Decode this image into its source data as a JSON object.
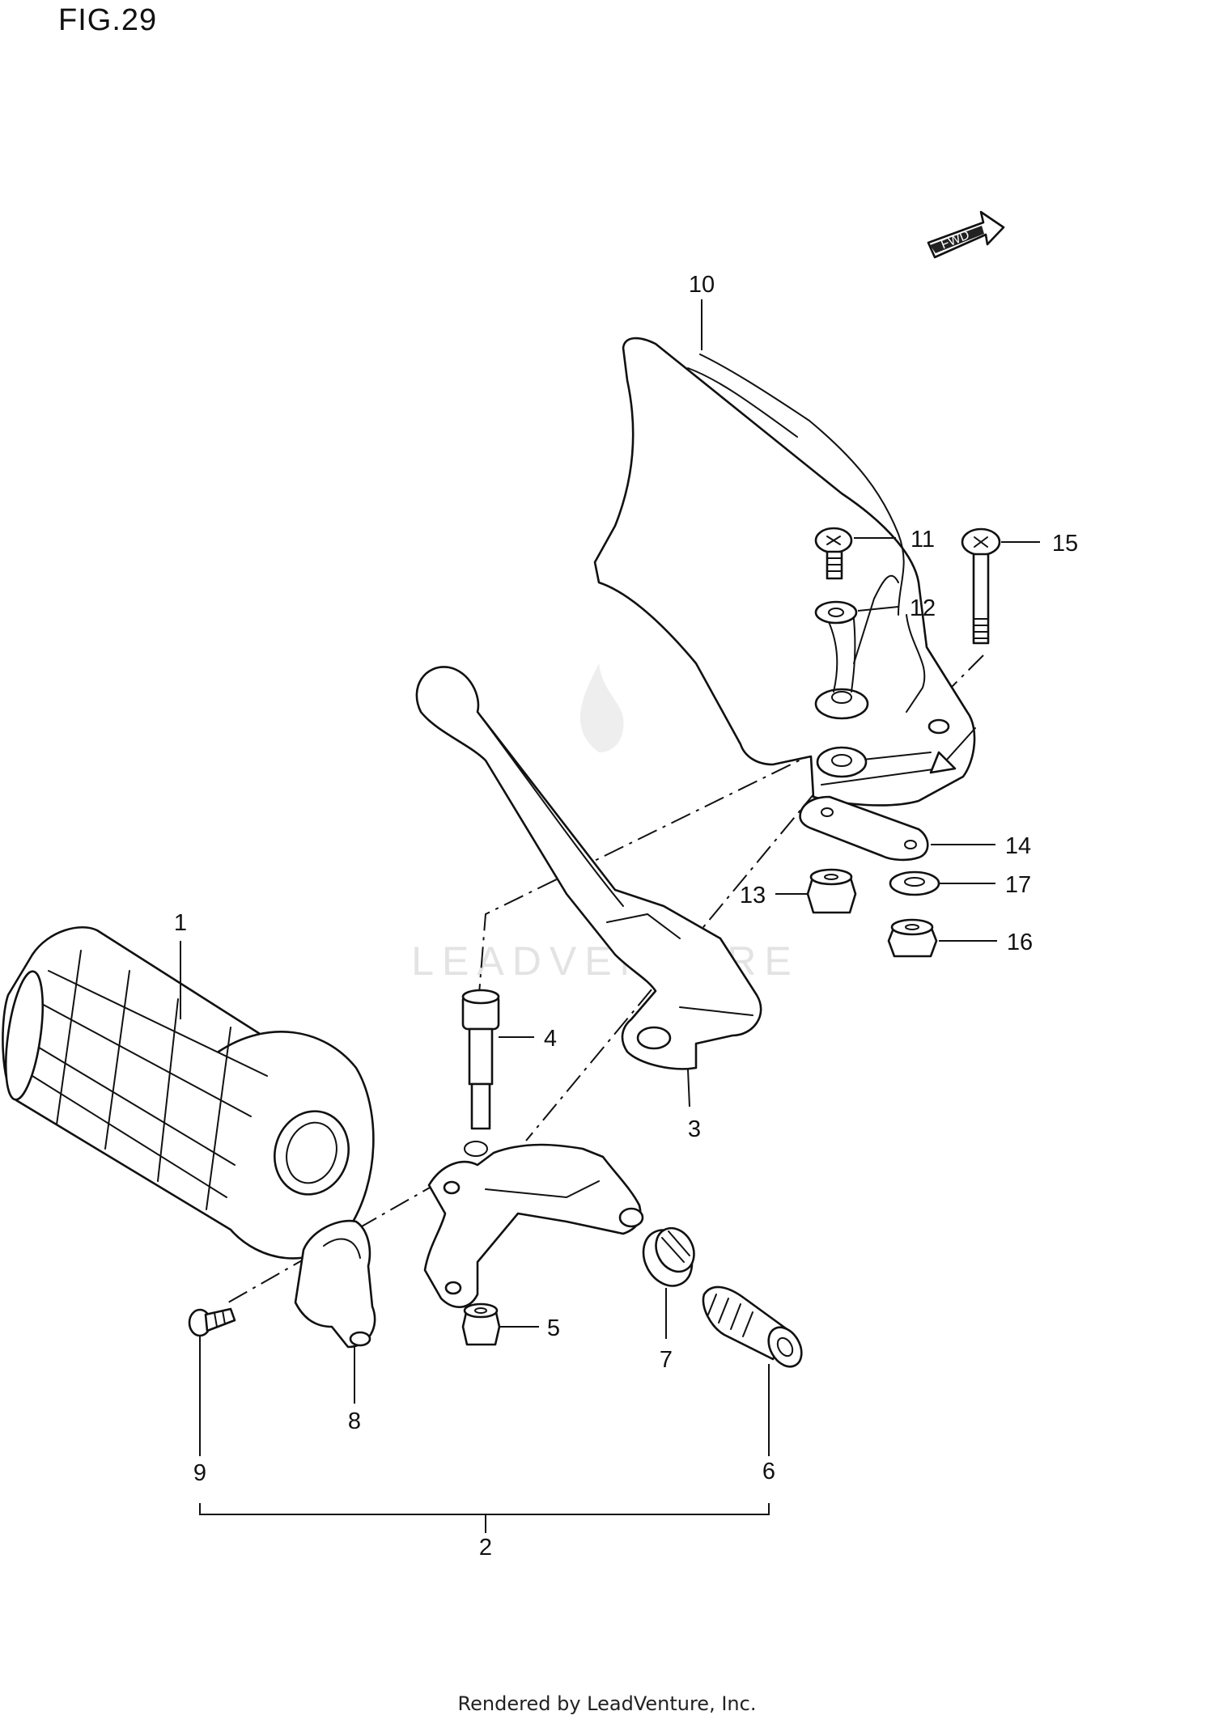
{
  "figure": {
    "title": "FIG.29"
  },
  "direction_badge": {
    "label": "FWD"
  },
  "watermark": {
    "text": "LEADVENTURE"
  },
  "footer": {
    "text": "Rendered by LeadVenture, Inc."
  },
  "callouts": [
    {
      "id": "c1",
      "label": "1"
    },
    {
      "id": "c2",
      "label": "2"
    },
    {
      "id": "c3",
      "label": "3"
    },
    {
      "id": "c4",
      "label": "4"
    },
    {
      "id": "c5",
      "label": "5"
    },
    {
      "id": "c6",
      "label": "6"
    },
    {
      "id": "c7",
      "label": "7"
    },
    {
      "id": "c8",
      "label": "8"
    },
    {
      "id": "c9",
      "label": "9"
    },
    {
      "id": "c10",
      "label": "10"
    },
    {
      "id": "c11",
      "label": "11"
    },
    {
      "id": "c12",
      "label": "12"
    },
    {
      "id": "c13",
      "label": "13"
    },
    {
      "id": "c14",
      "label": "14"
    },
    {
      "id": "c15",
      "label": "15"
    },
    {
      "id": "c16",
      "label": "16"
    },
    {
      "id": "c17",
      "label": "17"
    }
  ]
}
